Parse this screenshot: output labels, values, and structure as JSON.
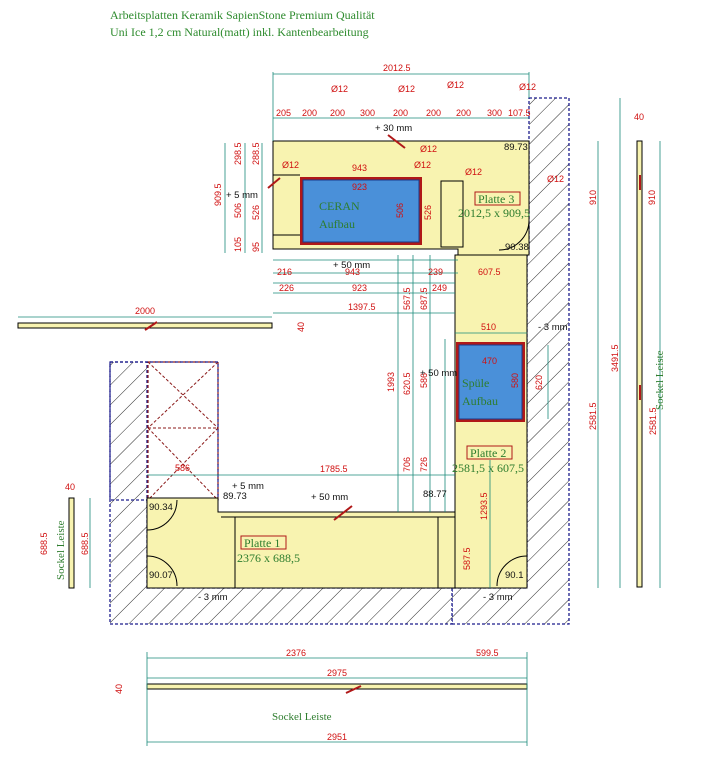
{
  "title": {
    "line1": "Arbeitsplatten Keramik SapienStone Premium Qualität",
    "line2": "Uni Ice 1,2 cm Natural(matt) inkl. Kantenbearbeitung"
  },
  "plates": {
    "p1": {
      "name": "Platte 1",
      "size": "2376 x 688,5"
    },
    "p2": {
      "name": "Platte 2",
      "size": "2581,5 x 607,5"
    },
    "p3": {
      "name": "Platte 3",
      "size": "2012,5 x 909,5"
    }
  },
  "cutouts": {
    "ceran": {
      "line1": "CERAN",
      "line2": "Aufbau"
    },
    "spuele": {
      "line1": "Spüle",
      "line2": "Aufbau"
    }
  },
  "socket_label": "Sockel Leiste",
  "offsets": {
    "plus30": "+ 30 mm",
    "plus50a": "+ 50 mm",
    "plus50b": "+ 50 mm",
    "plus50c": "+ 50 mm",
    "plus5a": "+ 5 mm",
    "plus5b": "+ 5 mm",
    "minus3a": "- 3 mm",
    "minus3b": "- 3 mm",
    "minus3c": "- 3 mm"
  },
  "angles": {
    "a1": "90.38",
    "a2": "90.34",
    "a3": "90.07",
    "a4": "90.1",
    "a5": "89.73",
    "a6": "88.77",
    "a7": "89.73"
  },
  "radii": {
    "r1": "Ø12",
    "r2": "Ø12",
    "r3": "Ø12",
    "r4": "Ø12",
    "r5": "Ø12",
    "r6": "Ø12",
    "r7": "Ø12",
    "r8": "Ø12",
    "r9": "Ø12"
  },
  "dims": {
    "top_total": "2012.5",
    "t205": "205",
    "t200a": "200",
    "t200b": "200",
    "t300a": "300",
    "t200c": "200",
    "t200d": "200",
    "t200e": "200",
    "t300b": "300",
    "t1075": "107.5",
    "d943a": "943",
    "d923a": "923",
    "d506a": "506",
    "d526a": "526",
    "d2985": "298.5",
    "d2885": "288.5",
    "d9095": "909.5",
    "d506b": "506",
    "d526b": "526",
    "d105": "105",
    "d95": "95",
    "d216": "216",
    "d943b": "943",
    "d239": "239",
    "d6075": "607.5",
    "d226": "226",
    "d923b": "923",
    "d249": "249",
    "d13975": "1397.5",
    "d2000": "2000",
    "d40a": "40",
    "d510": "510",
    "d470": "470",
    "d580": "580",
    "d620": "620",
    "d1993": "1993",
    "d6205": "620.5",
    "d586": "586",
    "d5675": "567.5",
    "d6875": "687.5",
    "d706": "706",
    "d726": "726",
    "d586b": "586",
    "d17855": "1785.5",
    "d12935": "1293.5",
    "d5875": "587.5",
    "d910a": "910",
    "d910b": "910",
    "d40b": "40",
    "d25815a": "2581.5",
    "d34915": "3491.5",
    "d25815b": "2581.5",
    "d6885a": "688.5",
    "d6885b": "688.5",
    "d40c": "40",
    "d2376": "2376",
    "d5995": "599.5",
    "d2975": "2975",
    "d40d": "40",
    "d2951": "2951"
  }
}
